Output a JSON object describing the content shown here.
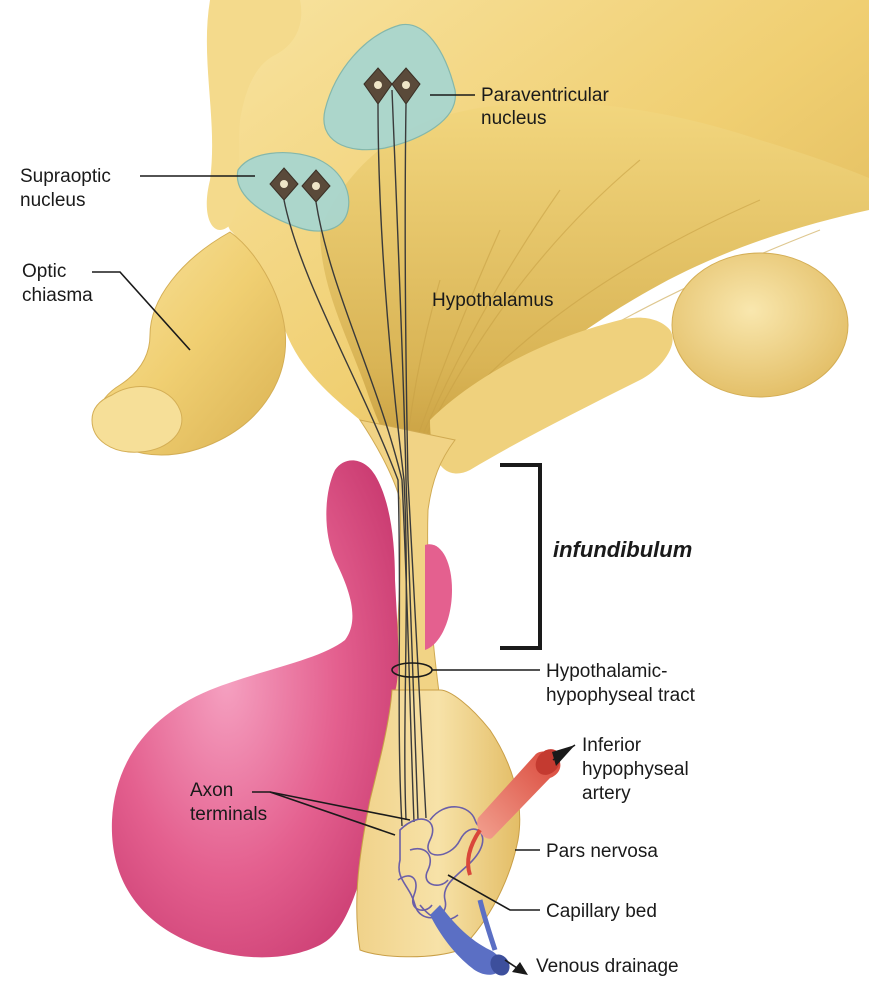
{
  "labels": {
    "paraventricular_1": "Paraventricular",
    "paraventricular_2": "nucleus",
    "supraoptic_1": "Supraoptic",
    "supraoptic_2": "nucleus",
    "optic_1": "Optic",
    "optic_2": "chiasma",
    "hypothalamus": "Hypothalamus",
    "infundibulum": "infundibulum",
    "tract_1": "Hypothalamic-",
    "tract_2": "hypophyseal tract",
    "artery_1": "Inferior",
    "artery_2": "hypophyseal",
    "artery_3": "artery",
    "axon_1": "Axon",
    "axon_2": "terminals",
    "pars_nervosa": "Pars nervosa",
    "capillary_bed": "Capillary bed",
    "venous_drainage": "Venous drainage"
  },
  "colors": {
    "tissue": "#f2d57e",
    "tissue_light": "#f8e6a8",
    "tissue_dark": "#caa44a",
    "anterior_lobe": "#e0548a",
    "anterior_lobe_light": "#f089ad",
    "nucleus": "#a9d6cf",
    "artery": "#e0604e",
    "vein": "#5b6fc4",
    "capillary": "#6b5fa8"
  }
}
